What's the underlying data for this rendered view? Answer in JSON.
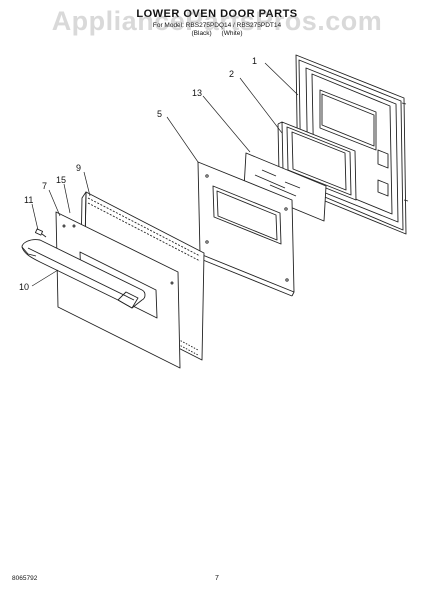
{
  "header": {
    "title": "LOWER OVEN DOOR PARTS",
    "subtitle": "For Model: RBS275PDQ14 / RBS275PDT14",
    "colors": [
      "(Black)",
      "(White)"
    ]
  },
  "watermark": "AppliancePartsPros.com",
  "callouts": {
    "c1": "1",
    "c2": "2",
    "c13": "13",
    "c5": "5",
    "c9": "9",
    "c15": "15",
    "c7": "7",
    "c11": "11",
    "c10": "10"
  },
  "footer": {
    "doc_id": "8065792",
    "page_number": "7"
  }
}
